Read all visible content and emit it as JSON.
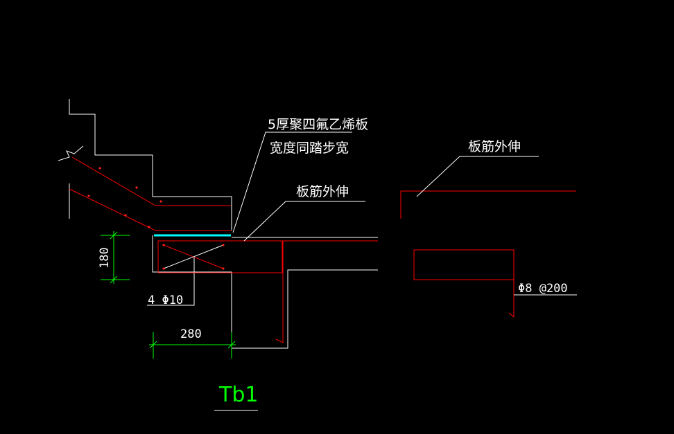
{
  "colors": {
    "background": "#000000",
    "outline": "#ffffff",
    "rebar": "#ff0000",
    "dimension": "#00ff00",
    "ptfe_plate": "#00ffff",
    "bar_dot": "#ff2020"
  },
  "labels": {
    "ptfe_line1": "5厚聚四氟乙烯板",
    "ptfe_line2": "宽度同踏步宽",
    "rebar_extend_left": "板筋外伸",
    "rebar_extend_right": "板筋外伸",
    "long_bars": "4 Φ10",
    "stirrups": "Φ8 @200",
    "dim_height": "180",
    "dim_width": "280",
    "detail_title": "Tb1"
  }
}
